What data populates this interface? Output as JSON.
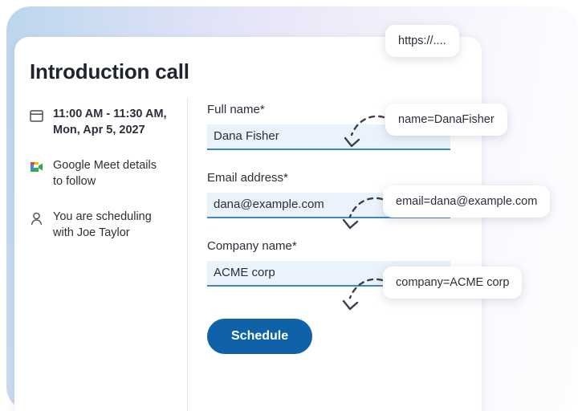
{
  "card": {
    "title": "Introduction call",
    "meta": [
      {
        "icon": "calendar-icon",
        "lines": [
          "11:00 AM - 11:30 AM,",
          "Mon, Apr 5, 2027"
        ],
        "bold": true
      },
      {
        "icon": "google-meet-icon",
        "lines": [
          "Google Meet details",
          "to follow"
        ],
        "bold": false
      },
      {
        "icon": "person-icon",
        "lines": [
          "You are scheduling",
          "with Joe Taylor"
        ],
        "bold": false
      }
    ],
    "fields": [
      {
        "label": "Full name*",
        "value": "Dana Fisher",
        "placeholder": "Full name"
      },
      {
        "label": "Email address*",
        "value": "dana@example.com",
        "placeholder": "Email address"
      },
      {
        "label": "Company name*",
        "value": "ACME corp",
        "placeholder": "Company name"
      }
    ],
    "submit_label": "Schedule"
  },
  "callouts": {
    "url": "https://....",
    "name": "name=DanaFisher",
    "email": "email=dana@example.com",
    "company": "company=ACME corp"
  },
  "colors": {
    "accent_blue": "#0f62a8",
    "input_fill": "#eaf3fb",
    "input_underline": "#3f87c9",
    "backdrop_left": "#bcd6ee",
    "backdrop_right": "#fdfdff",
    "text": "#2a2f3a"
  }
}
